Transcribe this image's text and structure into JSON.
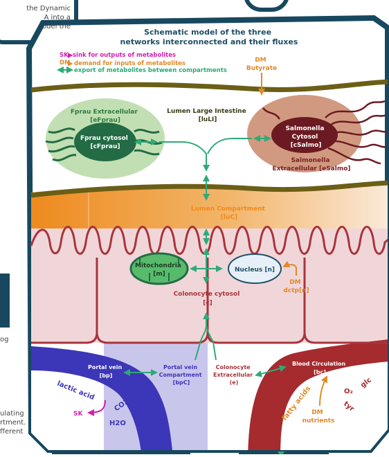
{
  "side_text": {
    "top": [
      "the Dynamic",
      "A into a",
      "odel the"
    ],
    "left_mid": [
      "og"
    ],
    "bottom": [
      "ulating",
      "rtment.",
      "fferent"
    ]
  },
  "title": [
    "Schematic model of the three",
    "networks interconnected and their fluxes"
  ],
  "legend": {
    "sk": {
      "key": "SK",
      "text": "sink for outputs of metabolites"
    },
    "dm": {
      "key": "DM",
      "text": "demand for inputs of metabolites"
    },
    "export": {
      "text": "export of metabolites between compartments"
    }
  },
  "dm_butyrate": [
    "DM",
    "Butyrate"
  ],
  "lumen_large_intestine": [
    "Lumen Large Intestine",
    "[luLI]"
  ],
  "fprau_extracellular": [
    "Fprau Extracellular",
    "[eFprau]"
  ],
  "fprau_cytosol": [
    "Fprau cytosol",
    "[cFprau]"
  ],
  "salmonella_cytosol": [
    "Salmonella",
    "Cytosol",
    "[cSalmo]"
  ],
  "salmonella_extracellular": [
    "Salmonella",
    "Extracellular [eSalmo]"
  ],
  "lumen_compartment": [
    "Lumen Compartment",
    "[luC]"
  ],
  "mitochondria": [
    "Mitochondria",
    "[m]"
  ],
  "nucleus": "Nucleus [n]",
  "dm_dctp": [
    "DM",
    "dctp[n]"
  ],
  "colonocyte_cytosol": [
    "Colonocyte cytosol",
    "[c]"
  ],
  "portal_vein": [
    "Portal vein",
    "[bp]"
  ],
  "portal_vein_compartment": [
    "Portal vein",
    "Compartment",
    "[bpC]"
  ],
  "colonocyte_extracellular": [
    "Colonocyte",
    "Extracellular",
    "(e)"
  ],
  "blood_circulation": [
    "Blood Circulation",
    "[bc]"
  ],
  "portal_metabolites": {
    "lactic_acid": "lactic acid",
    "co2": "CO2",
    "h2o": "H2O",
    "sk": "SK"
  },
  "blood_metabolites": {
    "fatty_acids": "fatty acids",
    "o2": "O₂",
    "glc": "glc",
    "tyr": "tyr"
  },
  "dm_nutrients": [
    "DM",
    "nutrients"
  ],
  "colors": {
    "frame": "#17485f",
    "exchange_arrow": "#2daa78",
    "demand": "#e08a2a",
    "sink": "#d21fae",
    "title": "#1f4f66",
    "muscle": "#6b5e16",
    "fprau_fill": "#c2dfb3",
    "fprau_cyto": "#236b45",
    "salmo_ext": "#d19a80",
    "salmo_cyto": "#6b1a22",
    "lumen_orange": "#ee8a1e",
    "colonocyte": "#f1d6d9",
    "cell_border": "#a8343c",
    "portal_vein": "#3c36b8",
    "blood": "#a52b2e"
  }
}
